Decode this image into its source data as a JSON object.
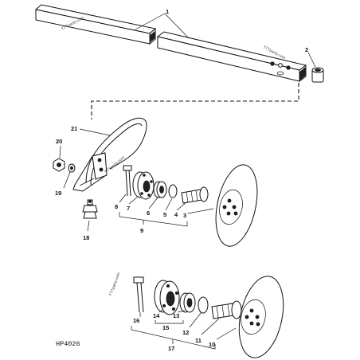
{
  "figure_ref": "HP4026",
  "watermark": "TTTparts.com",
  "callouts": {
    "n1": "1",
    "n2": "2",
    "n3": "3",
    "n4": "4",
    "n5": "5",
    "n6": "6",
    "n7": "7",
    "n8": "8",
    "n9": "9",
    "n10": "10",
    "n11": "11",
    "n12": "12",
    "n13": "13",
    "n14": "14",
    "n15": "15",
    "n16": "16",
    "n17": "17",
    "n18": "18",
    "n19": "19",
    "n20": "20",
    "n21": "21"
  }
}
